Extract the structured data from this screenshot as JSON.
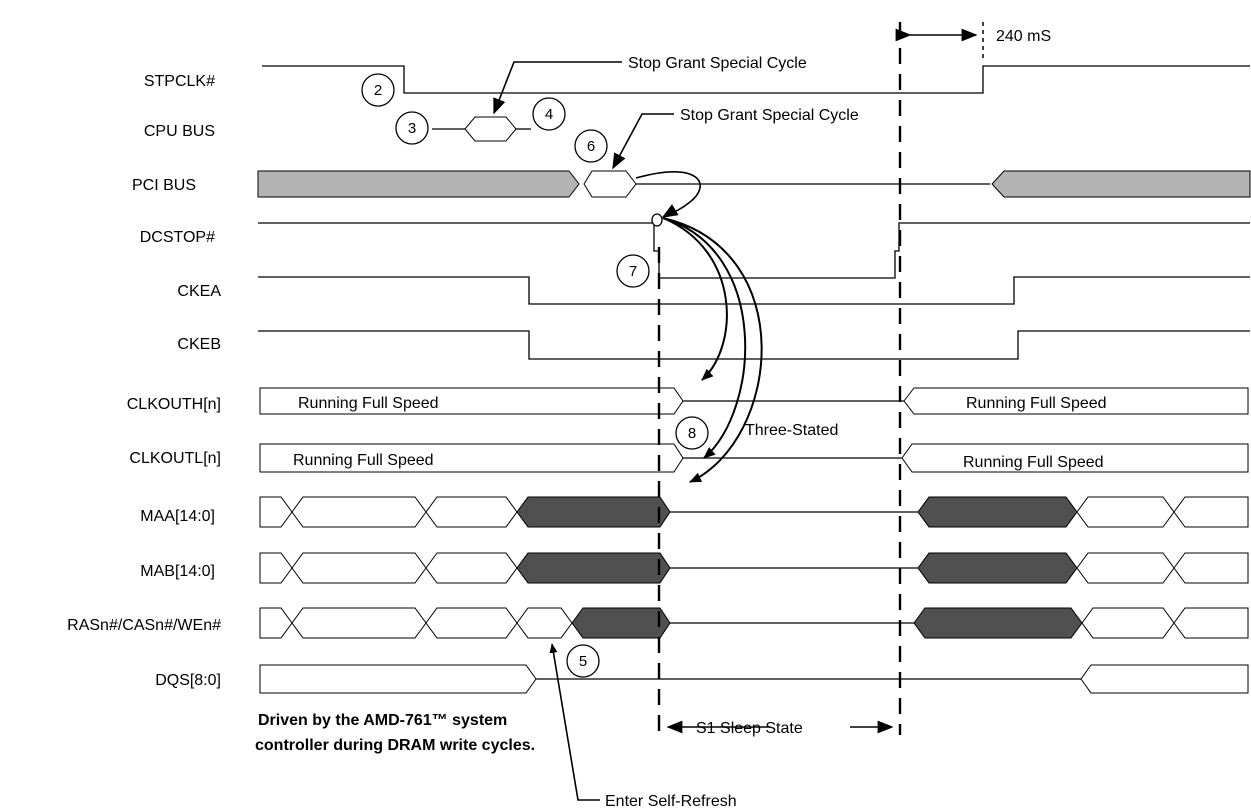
{
  "signals": [
    "STPCLK#",
    "CPU BUS",
    "PCI BUS",
    "DCSTOP#",
    "CKEA",
    "CKEB",
    "CLKOUTH[n]",
    "CLKOUTL[n]",
    "MAA[14:0]",
    "MAB[14:0]",
    "RASn#/CASn#/WEn#",
    "DQS[8:0]"
  ],
  "annotations": {
    "stop_grant_1": "Stop Grant Special Cycle",
    "stop_grant_2": "Stop Grant Special Cycle",
    "time_240": "240 mS",
    "running_h_left": "Running Full Speed",
    "running_h_right": "Running Full Speed",
    "running_l_left": "Running Full Speed",
    "running_l_right": "Running Full Speed",
    "three_stated": "Three-Stated",
    "s1_sleep": "S1 Sleep State",
    "driven_line1": "Driven by the AMD-761™ system",
    "driven_line2": "controller during DRAM write cycles.",
    "enter_self_refresh": "Enter Self-Refresh"
  },
  "step_numbers": [
    "2",
    "3",
    "4",
    "5",
    "6",
    "7",
    "8"
  ],
  "colors": {
    "pci_fill": "#b3b3b3",
    "dram_fill": "#505050",
    "line": "#000000"
  }
}
